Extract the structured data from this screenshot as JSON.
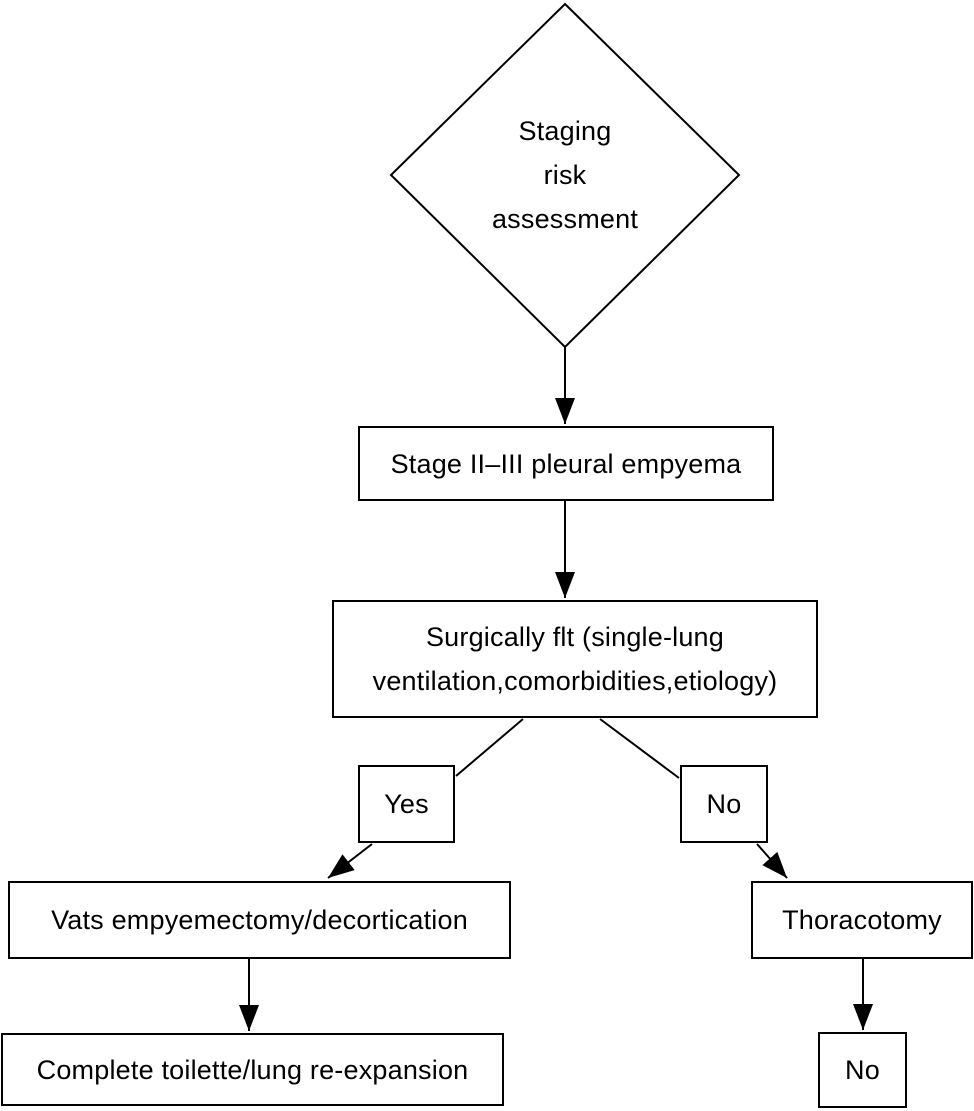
{
  "flowchart": {
    "decision": {
      "label": "Staging\nrisk\nassessment"
    },
    "stage_ii_iii": {
      "label": "Stage II–III pleural empyema"
    },
    "surgically_fit": {
      "label": "Surgically flt (single-lung\nventilation,comorbidities,etiology)"
    },
    "yes_branch": {
      "label": "Yes"
    },
    "no_branch": {
      "label": "No"
    },
    "vats": {
      "label": "Vats empyemectomy/decortication"
    },
    "thoracotomy": {
      "label": "Thoracotomy"
    },
    "complete_toilette": {
      "label": "Complete toilette/lung re-expansion"
    },
    "no_final": {
      "label": "No"
    },
    "colors": {
      "line": "#000000",
      "text": "#000000",
      "background": "#ffffff"
    }
  }
}
